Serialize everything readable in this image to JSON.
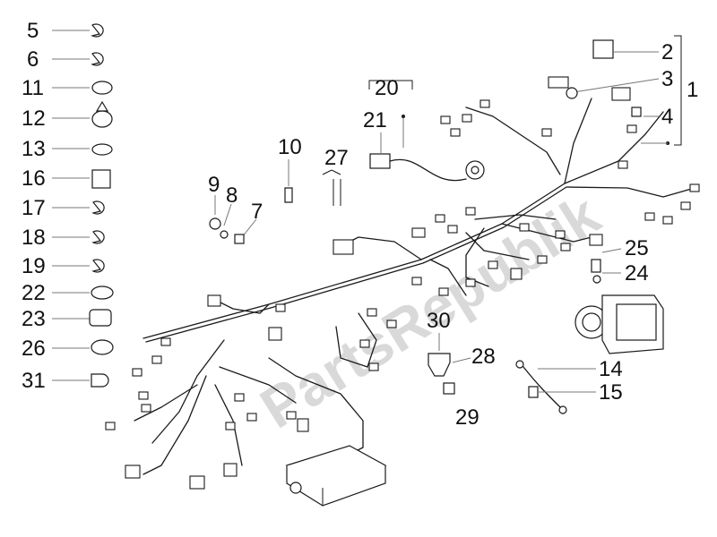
{
  "diagram": {
    "watermark": "PartsRepublik",
    "callouts": {
      "c1": "1",
      "c2": "2",
      "c3": "3",
      "c4": "4",
      "c5": "5",
      "c6": "6",
      "c11": "11",
      "c12": "12",
      "c13": "13",
      "c16": "16",
      "c17": "17",
      "c18": "18",
      "c19": "19",
      "c22": "22",
      "c23": "23",
      "c26": "26",
      "c31": "31",
      "c20": "20",
      "c21": "21",
      "c10": "10",
      "c27": "27",
      "c9": "9",
      "c8": "8",
      "c7": "7",
      "c25": "25",
      "c24": "24",
      "c30": "30",
      "c28": "28",
      "c29": "29",
      "c14": "14",
      "c15": "15"
    }
  }
}
